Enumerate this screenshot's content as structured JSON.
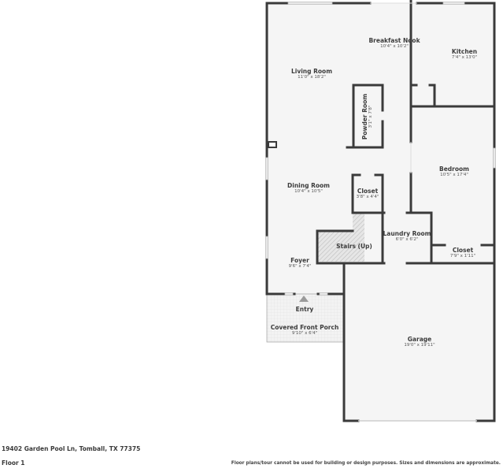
{
  "plan": {
    "rooms": [
      {
        "id": "breakfast-nook",
        "name": "Breakfast Nook",
        "dims": "10'4\" x 10'2\""
      },
      {
        "id": "kitchen",
        "name": "Kitchen",
        "dims": "7'4\" x 13'0\""
      },
      {
        "id": "living-room",
        "name": "Living Room",
        "dims": "11'0\" x 18'2\""
      },
      {
        "id": "powder-room",
        "name": "Powder Room",
        "dims": "3'1\" x 7'8\""
      },
      {
        "id": "bedroom",
        "name": "Bedroom",
        "dims": "10'5\" x 17'4\""
      },
      {
        "id": "dining-room",
        "name": "Dining Room",
        "dims": "10'4\" x 10'5\""
      },
      {
        "id": "closet-1",
        "name": "Closet",
        "dims": "3'8\" x 4'4\""
      },
      {
        "id": "stairs",
        "name": "Stairs (Up)",
        "dims": ""
      },
      {
        "id": "laundry-room",
        "name": "Laundry Room",
        "dims": "6'0\" x 6'2\""
      },
      {
        "id": "closet-2",
        "name": "Closet",
        "dims": "7'9\" x 1'11\""
      },
      {
        "id": "foyer",
        "name": "Foyer",
        "dims": "9'6\" x 7'4\""
      },
      {
        "id": "entry",
        "name": "Entry",
        "dims": ""
      },
      {
        "id": "covered-front-porch",
        "name": "Covered Front Porch",
        "dims": "9'10\" x 6'4\""
      },
      {
        "id": "garage",
        "name": "Garage",
        "dims": "19'0\" x 19'11\""
      }
    ],
    "colors": {
      "wall": "#3a3a3a",
      "floor": "#f5f5f5",
      "window": "#d8d8d8",
      "stairs_hatch": "#cfcfcf"
    }
  },
  "footer": {
    "address": "19402 Garden Pool Ln, Tomball, TX 77375",
    "floor": "Floor 1",
    "disclaimer": "Floor plans/tour cannot be used for building or design purposes. Sizes and dimensions are approximate."
  }
}
